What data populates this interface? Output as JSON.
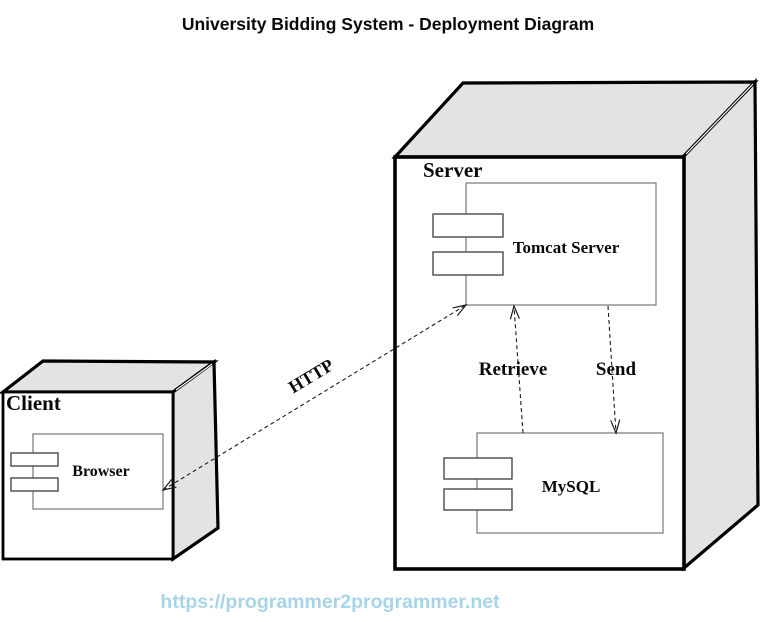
{
  "title": "University Bidding System - Deployment Diagram",
  "colors": {
    "node_face": "#e3e3e3",
    "footer_link": "#a8d4e8"
  },
  "nodes": {
    "server": {
      "label": "Server"
    },
    "client": {
      "label": "Client"
    }
  },
  "components": {
    "tomcat": {
      "label": "Tomcat Server"
    },
    "mysql": {
      "label": "MySQL"
    },
    "browser": {
      "label": "Browser"
    }
  },
  "connections": {
    "http": {
      "label": "HTTP"
    },
    "retrieve": {
      "label": "Retrieve"
    },
    "send": {
      "label": "Send"
    }
  },
  "footer": {
    "url": "https://programmer2programmer.net"
  }
}
